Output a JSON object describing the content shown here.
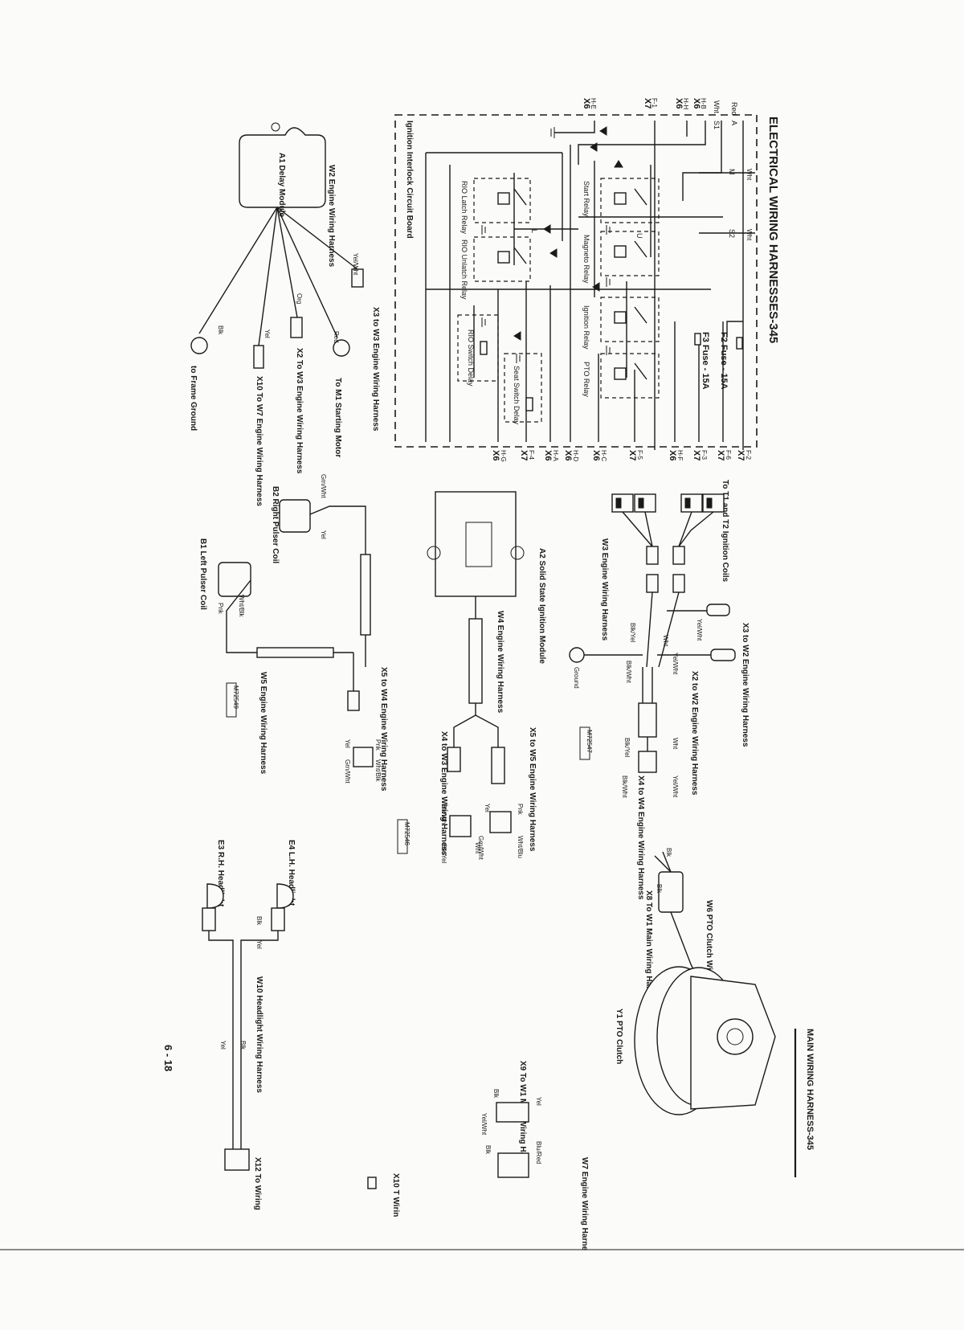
{
  "title": "ELECTRICAL WIRING HARNESSES-345",
  "subtitle": "MAIN WIRING HARNESS-345",
  "page_number": "6 - 18",
  "schematic": {
    "board_label": "Ignition Interlock Circuit Board",
    "top_connectors": [
      {
        "name": "X7",
        "pin": "F-2"
      },
      {
        "name": "X7",
        "pin": "F-6"
      },
      {
        "name": "X7",
        "pin": "F-3"
      },
      {
        "name": "X6",
        "pin": "H-F"
      },
      {
        "name": "X7",
        "pin": "F-5"
      },
      {
        "name": "X6",
        "pin": "H-C"
      },
      {
        "name": "X6",
        "pin": "H-D"
      },
      {
        "name": "X6",
        "pin": "H-A"
      },
      {
        "name": "X7",
        "pin": "F-4"
      },
      {
        "name": "X6",
        "pin": "H-G"
      }
    ],
    "left_connectors": [
      {
        "label": "Red",
        "pin": "A"
      },
      {
        "label": "Wht",
        "pin": "S1"
      },
      {
        "name": "X6",
        "pin": "H-B"
      },
      {
        "name": "X6",
        "pin": "H-H"
      },
      {
        "name": "X7",
        "pin": "F-1"
      },
      {
        "name": "X6",
        "pin": "H-E"
      }
    ],
    "wire_labels": {
      "wht_m": "Wht",
      "m": "M",
      "wht_s2": "Wht",
      "s2": "S2"
    },
    "fuses": [
      "F2 Fuse - 15A",
      "F3 Fuse - 15A"
    ],
    "relays": {
      "start": "Start Relay",
      "magneto": "Magneto Relay",
      "ignition": "Ignition Relay",
      "pto": "PTO Relay",
      "latch": "RIO Latch Relay",
      "unlatch": "RIO Unlatch Relay",
      "rio_switch": "RIO Switch Delay",
      "seat_switch": "Seat Switch Delay",
      "latch_letter": "L",
      "unlatch_letter": "U"
    }
  },
  "delay_module": {
    "label": "A1 Delay Module",
    "harness": "W2 Engine Wiring Harness",
    "wires": [
      {
        "color": "Yel/Wht",
        "dest": "X3 to W3 Engine Wiring Harness"
      },
      {
        "color": "Red",
        "dest": "To M1 Starting Motor"
      },
      {
        "color": "Org",
        "dest": "X2 To W3 Engine Wiring Harness"
      },
      {
        "color": "Yel",
        "dest": "X10 To W7 Engine Wiring Harness"
      },
      {
        "color": "Blk",
        "dest": "to Frame Ground"
      }
    ]
  },
  "w3": {
    "label": "W3 Engine Wiring Harness",
    "coils": "To T1 and T2 Ignition Coils",
    "x3": "X3 to W2 Engine Wiring Harness",
    "x2": "X2 to W2 Engine Wiring Harness",
    "x4": "X4 to W4 Engine Wiring Harness",
    "ground": "Ground",
    "fig": "M72547",
    "wires": [
      "Yel/Wht",
      "Blk/Yel",
      "Wht",
      "Yel/Wht",
      "Blk/Wht",
      "Blk/Yel",
      "Wht",
      "Yel/Wht",
      "Blk/Wht"
    ]
  },
  "w4": {
    "module": "A2 Solid State Ignition Module",
    "harness": "W4 Engine Wiring Harness",
    "x5": "X5 to W5 Engine Wiring Harness",
    "x4": "X4 to W3 Engine Wiring Harness",
    "fig": "M72546",
    "wires": [
      "Pnk",
      "Yel",
      "Grn/Wht",
      "Wht/Blu",
      "Blk/Wht",
      "Wht",
      "Blk/Yel"
    ]
  },
  "w5": {
    "right": "B2 Right Pulser Coil",
    "left": "B1 Left Pulser Coil",
    "harness": "W5 Engine Wiring Harness",
    "x5": "X5 to W4 Engine Wiring Harness",
    "fig": "M72549",
    "wires": [
      "Grn/Wht",
      "Yel",
      "Wht/Blk",
      "Pnk",
      "Pnk",
      "Wht/Blk",
      "Yel",
      "Grn/Wht"
    ]
  },
  "pto": {
    "harness": "W6 PTO Clutch Wiring Harness",
    "x8": "X8 To W1 Main Wiring Harness",
    "clutch": "Y1 PTO Clutch",
    "wires": [
      "Blk",
      "Blk"
    ]
  },
  "w7": {
    "x9": "X9 To W1 Main Wiring Harness",
    "harness": "W7 Engine Wiring Harne",
    "x10": "X10 T Wirin",
    "wires": [
      "Yel",
      "Blu/Red",
      "Blk",
      "Yel/Wht",
      "Blk"
    ]
  },
  "headlight": {
    "lh": "E4 L.H. Headlight",
    "rh": "E3 R.H. Headlight",
    "harness": "W10 Headlight Wiring Harness",
    "x12": "X12 To Wiring",
    "wires": [
      "Blk",
      "Yel",
      "Blk",
      "Yel"
    ]
  }
}
